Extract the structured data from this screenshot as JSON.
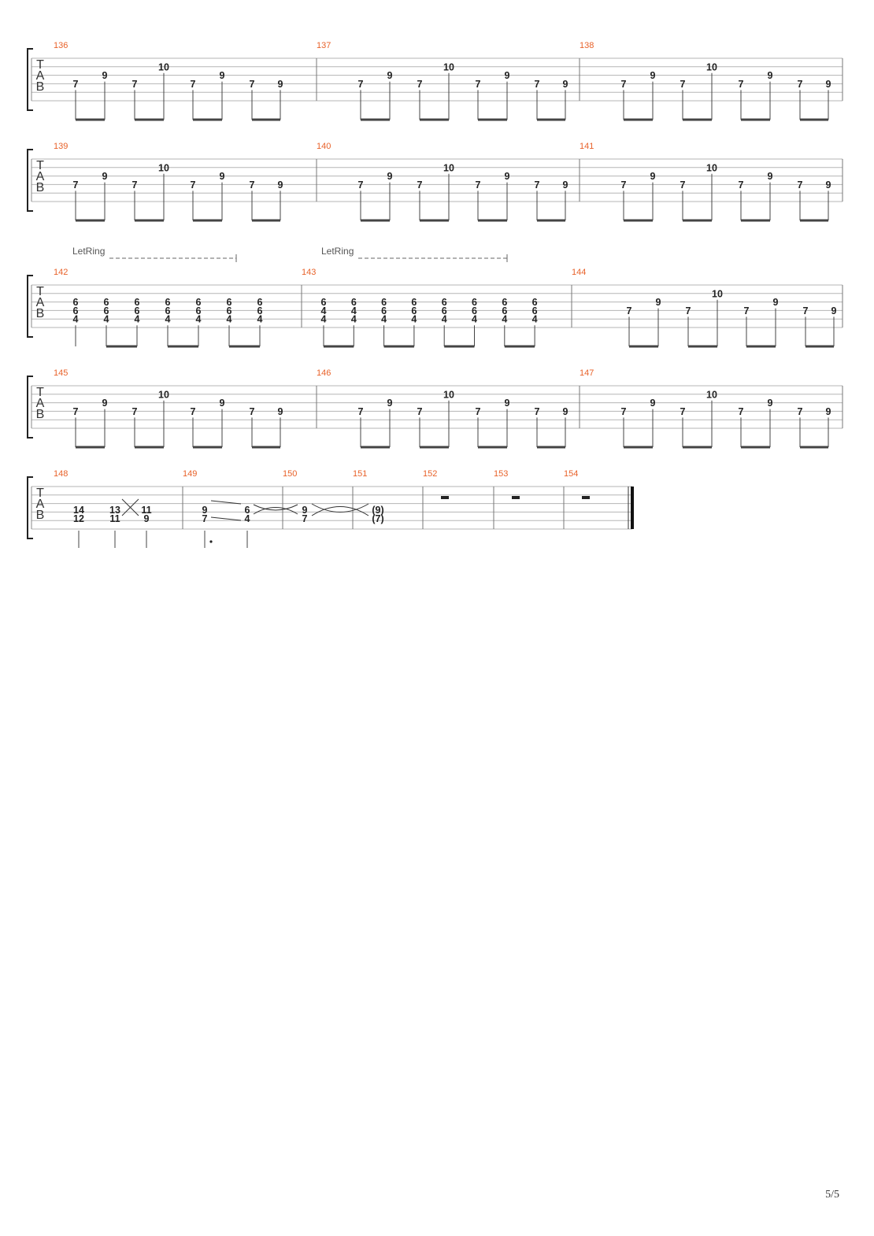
{
  "page": {
    "number": "5/5"
  },
  "tab_clef": [
    "T",
    "A",
    "B"
  ],
  "let_ring_label": "LetRing",
  "systems": [
    {
      "measures": [
        {
          "number": "136",
          "pattern": "riff"
        },
        {
          "number": "137",
          "pattern": "riff"
        },
        {
          "number": "138",
          "pattern": "riff"
        }
      ]
    },
    {
      "measures": [
        {
          "number": "139",
          "pattern": "riff"
        },
        {
          "number": "140",
          "pattern": "riff"
        },
        {
          "number": "141",
          "pattern": "riff"
        }
      ]
    },
    {
      "measures": [
        {
          "number": "142",
          "pattern": "chords",
          "let_ring": true,
          "chord_count": 7
        },
        {
          "number": "143",
          "pattern": "chords",
          "let_ring": true,
          "chord_count": 8
        },
        {
          "number": "144",
          "pattern": "riff"
        }
      ]
    },
    {
      "measures": [
        {
          "number": "145",
          "pattern": "riff"
        },
        {
          "number": "146",
          "pattern": "riff"
        },
        {
          "number": "147",
          "pattern": "riff"
        }
      ]
    },
    {
      "measures": [
        {
          "number": "148",
          "pattern": "ending1"
        },
        {
          "number": "149",
          "pattern": "ending2"
        },
        {
          "number": "150",
          "pattern": "ending3"
        },
        {
          "number": "151",
          "pattern": "ending4"
        },
        {
          "number": "152",
          "pattern": "rest"
        },
        {
          "number": "153",
          "pattern": "rest"
        },
        {
          "number": "154",
          "pattern": "rest"
        }
      ]
    }
  ],
  "patterns": {
    "riff": [
      {
        "string": 4,
        "fret": "7"
      },
      {
        "string": 3,
        "fret": "9"
      },
      {
        "string": 4,
        "fret": "7"
      },
      {
        "string": 2,
        "fret": "10"
      },
      {
        "string": 4,
        "fret": "7"
      },
      {
        "string": 3,
        "fret": "9"
      },
      {
        "string": 4,
        "fret": "7"
      },
      {
        "string": 4,
        "fret": "9"
      }
    ],
    "chord": [
      {
        "string": 3,
        "fret": "6"
      },
      {
        "string": 4,
        "fret": "6"
      },
      {
        "string": 5,
        "fret": "4"
      }
    ],
    "chord_alt": [
      {
        "string": 3,
        "fret": "6"
      },
      {
        "string": 4,
        "fret": "4"
      },
      {
        "string": 5,
        "fret": "4"
      }
    ],
    "ending1": [
      {
        "string": 3,
        "fret": "14"
      },
      {
        "string": 5,
        "fret": "12"
      },
      {
        "string": 3,
        "fret": "13"
      },
      {
        "string": 5,
        "fret": "11"
      },
      {
        "string": 3,
        "fret": "11"
      },
      {
        "string": 5,
        "fret": "9"
      }
    ],
    "ending2": [
      {
        "string": 3,
        "fret": "9"
      },
      {
        "string": 5,
        "fret": "7"
      },
      {
        "string": 3,
        "fret": "6"
      },
      {
        "string": 5,
        "fret": "4"
      }
    ],
    "ending3": [
      {
        "string": 3,
        "fret": "9"
      },
      {
        "string": 5,
        "fret": "7"
      }
    ],
    "ending4": [
      {
        "string": 3,
        "fret": "(9)"
      },
      {
        "string": 5,
        "fret": "(7)"
      }
    ]
  }
}
